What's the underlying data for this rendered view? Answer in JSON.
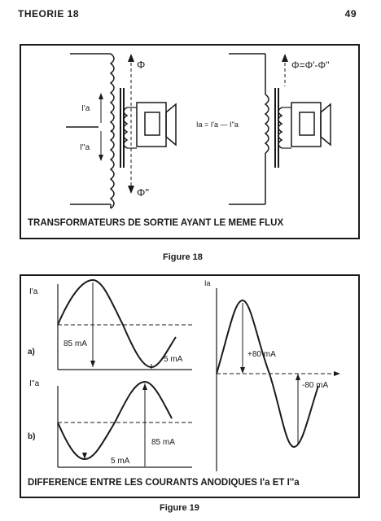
{
  "header": {
    "title": "THEORIE 18",
    "page": "49"
  },
  "figure18": {
    "caption": "TRANSFORMATEURS DE SORTIE AYANT LE MEME FLUX",
    "label": "Figure 18",
    "phi_top": "Φ",
    "phi_bottom": "Φ\"",
    "i_a1": "I'a",
    "i_a2": "I''a",
    "formula": "Ia = I'a — I''a",
    "phi_formula": "Φ=Φ'-Φ''"
  },
  "figure19": {
    "caption": "DIFFERENCE ENTRE LES COURANTS ANODIQUES I'a ET I''a",
    "label": "Figure 19",
    "graph_a": {
      "label": "a)",
      "axis": "I'a",
      "value_main": "85 mA",
      "value_min": "5 mA"
    },
    "graph_b": {
      "label": "b)",
      "axis": "I''a",
      "value_main": "85 mA",
      "value_min": "5 mA"
    },
    "graph_c": {
      "axis": "Ia",
      "value_pos": "+80 mA",
      "value_neg": "-80 mA"
    }
  }
}
